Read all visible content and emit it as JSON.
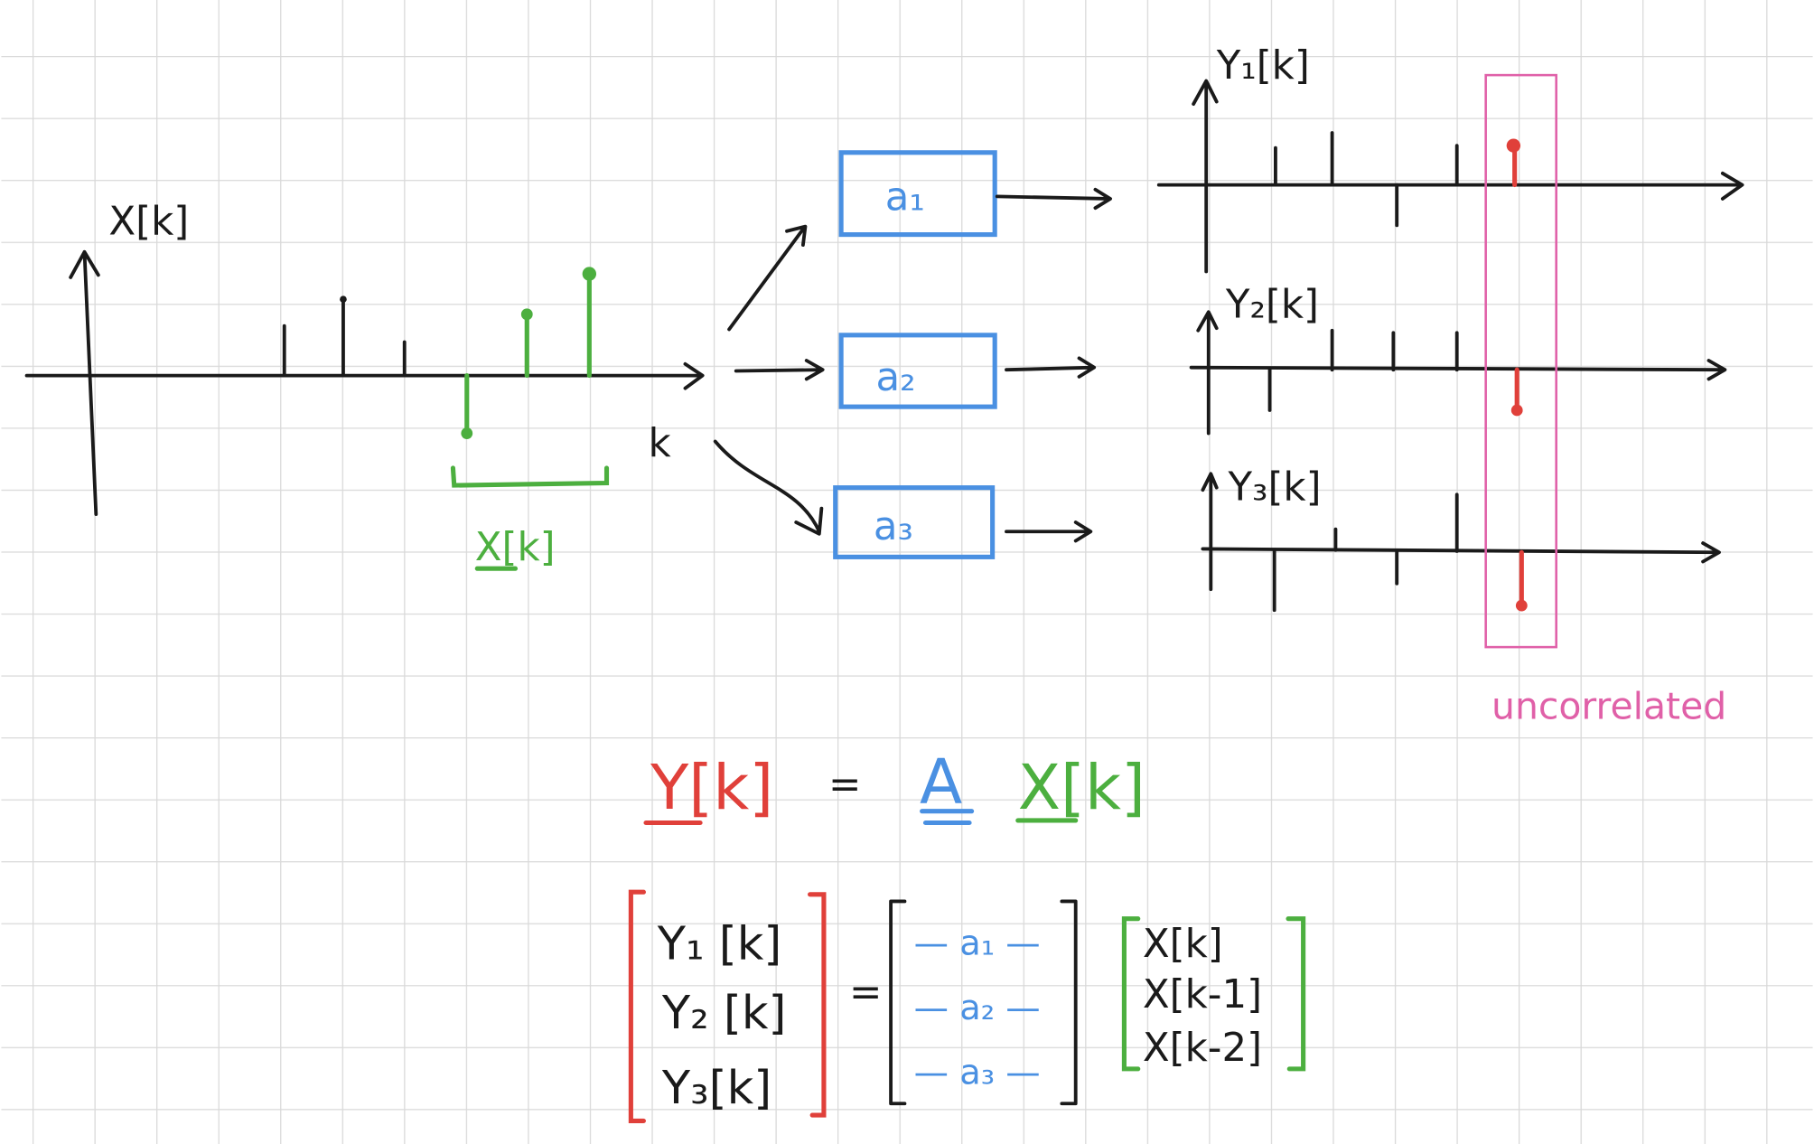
{
  "colors": {
    "ink": "#1a1a1a",
    "blue": "#4a90e2",
    "green": "#4caf3f",
    "red": "#e0403a",
    "pink": "#e060a8",
    "grid": "#d9d9d9"
  },
  "input_plot": {
    "ylabel": "X[k]",
    "xlabel": "k",
    "window_label": "X[k]"
  },
  "filters": [
    "a₁",
    "a₂",
    "a₃"
  ],
  "outputs": [
    {
      "label": "Y₁[k]"
    },
    {
      "label": "Y₂[k]"
    },
    {
      "label": "Y₃[k]"
    }
  ],
  "annotation": "uncorrelated",
  "equation": {
    "lhs": "Y[k]",
    "eq": "=",
    "matrix": "A",
    "rhs": "X[k]"
  },
  "matrix_eq": {
    "lhs": [
      "Y₁ [k]",
      "Y₂ [k]",
      "Y₃[k]"
    ],
    "eq": "=",
    "rows": [
      "— a₁ —",
      "— a₂ —",
      "— a₃ —"
    ],
    "rhs": [
      "X[k]",
      "X[k-1]",
      "X[k-2]"
    ]
  }
}
